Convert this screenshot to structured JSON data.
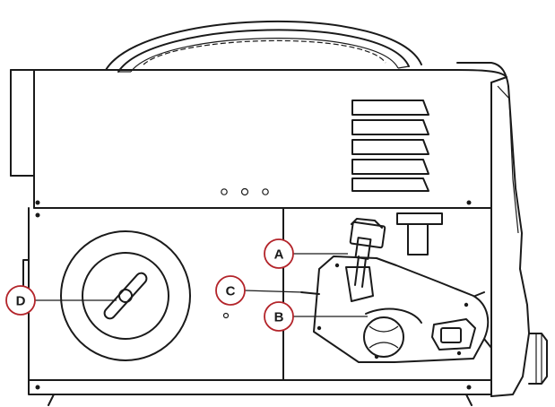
{
  "callouts": [
    {
      "label": "A"
    },
    {
      "label": "B"
    },
    {
      "label": "C"
    },
    {
      "label": "D"
    }
  ],
  "colors": {
    "line": "#1a1a1a",
    "callout_ring": "#b3242a",
    "background": "#ffffff"
  }
}
